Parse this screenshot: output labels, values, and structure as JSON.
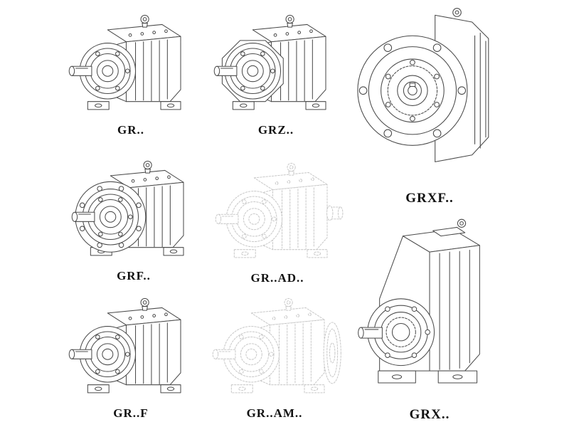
{
  "page": {
    "background_color": "#ffffff",
    "line_color": "#4a4a4a",
    "ghost_line_color": "#c9c9c9",
    "label_color": "#111111"
  },
  "catalog": {
    "items": [
      {
        "id": "gr",
        "label": "GR.."
      },
      {
        "id": "grz",
        "label": "GRZ.."
      },
      {
        "id": "grxf",
        "label": "GRXF.."
      },
      {
        "id": "grf",
        "label": "GRF.."
      },
      {
        "id": "grad",
        "label": "GR..AD.."
      },
      {
        "id": "grft",
        "label": "GR..F"
      },
      {
        "id": "gram",
        "label": "GR..AM.."
      },
      {
        "id": "grx",
        "label": "GRX.."
      }
    ]
  }
}
